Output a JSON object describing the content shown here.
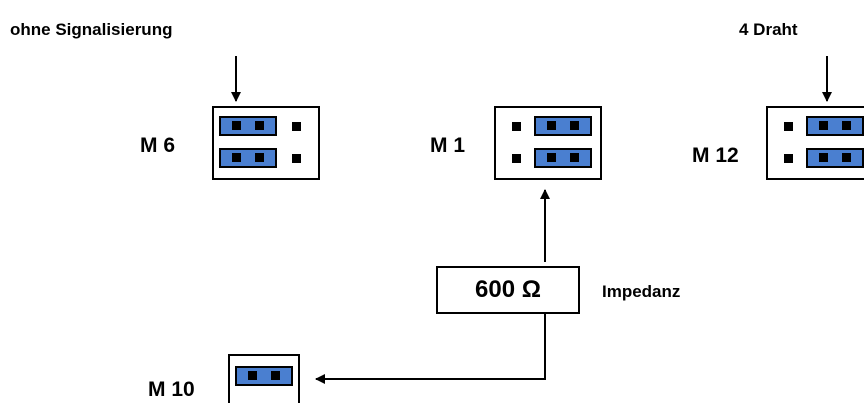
{
  "labels": {
    "top_left": "ohne Signalisierung",
    "top_right": "4 Draht",
    "impedance_label": "Impedanz"
  },
  "blocks": {
    "m6": {
      "name": "M 6"
    },
    "m1": {
      "name": "M 1"
    },
    "m12": {
      "name": "M 12"
    },
    "m10": {
      "name": "M 10"
    }
  },
  "impedance_box": {
    "text": "600 Ω"
  },
  "colors": {
    "jumper": "#4a7fd0",
    "line": "#000000",
    "background": "#ffffff"
  }
}
